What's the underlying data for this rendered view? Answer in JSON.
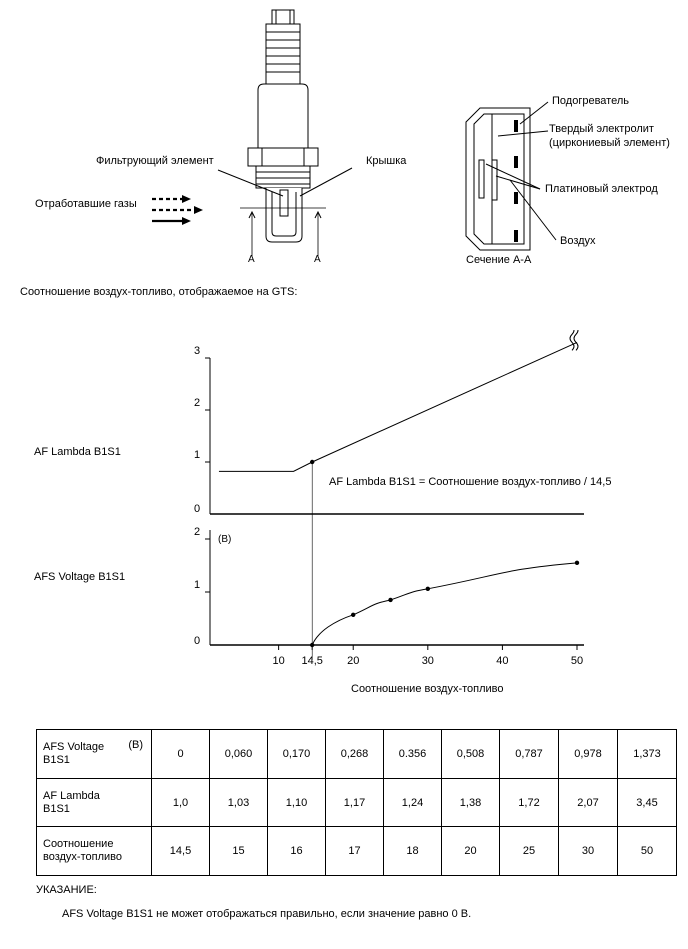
{
  "sensor_diagram": {
    "filter_label": "Фильтрующий элемент",
    "cover_label": "Крышка",
    "exhaust_label": "Отработавшие газы",
    "section_mark": "A",
    "heater_label": "Подогреватель",
    "electrolyte_label_line1": "Твердый электролит",
    "electrolyte_label_line2": "(циркониевый элемент)",
    "electrode_label": "Платиновый электрод",
    "air_label": "Воздух",
    "section_caption": "Сечение A-A"
  },
  "gts_caption": "Соотношение воздух-топливо, отображаемое на GTS:",
  "chart_data": [
    {
      "type": "line",
      "ylabel": "AF Lambda B1S1",
      "y_ticks": [
        "0",
        "1",
        "2",
        "3"
      ],
      "formula": "AF Lambda B1S1 = Соотношение воздух-топливо / 14,5",
      "series": [
        {
          "x": [
            2,
            12,
            14.5,
            50
          ],
          "y": [
            0.82,
            0.82,
            1.0,
            3.3
          ]
        }
      ],
      "marker_points": [
        {
          "x": 14.5,
          "y": 1.0
        }
      ],
      "axis_break": true
    },
    {
      "type": "line",
      "ylabel": "AFS Voltage B1S1",
      "y_marker": "(B)",
      "y_ticks": [
        "0",
        "1",
        "2"
      ],
      "x_ticks": [
        "10",
        "14,5",
        "20",
        "30",
        "40",
        "50"
      ],
      "x_tick_values": [
        10,
        14.5,
        20,
        30,
        40,
        50
      ],
      "xlabel": "Соотношение воздух-топливо",
      "series": [
        {
          "x": [
            14.5,
            20,
            25,
            30,
            50
          ],
          "y": [
            0.0,
            0.57,
            0.85,
            1.06,
            1.55
          ]
        }
      ],
      "marker_points": [
        {
          "x": 20,
          "y": 0.57
        },
        {
          "x": 25,
          "y": 0.85
        },
        {
          "x": 30,
          "y": 1.06
        },
        {
          "x": 50,
          "y": 1.55
        }
      ]
    }
  ],
  "table": {
    "rows": [
      {
        "label_line1": "AFS Voltage",
        "label_line2": "B1S1",
        "mark": "(B)",
        "values": [
          "0",
          "0,060",
          "0,170",
          "0,268",
          "0.356",
          "0,508",
          "0,787",
          "0,978",
          "1,373"
        ]
      },
      {
        "label_line1": "AF Lambda",
        "label_line2": "B1S1",
        "mark": "",
        "values": [
          "1,0",
          "1,03",
          "1,10",
          "1,17",
          "1,24",
          "1,38",
          "1,72",
          "2,07",
          "3,45"
        ]
      },
      {
        "label_line1": "Соотношение",
        "label_line2": "воздух-топливо",
        "mark": "",
        "values": [
          "14,5",
          "15",
          "16",
          "17",
          "18",
          "20",
          "25",
          "30",
          "50"
        ]
      }
    ]
  },
  "note_title": "УКАЗАНИЕ:",
  "note_text": "AFS Voltage B1S1 не может отображаться правильно, если значение равно 0 В."
}
